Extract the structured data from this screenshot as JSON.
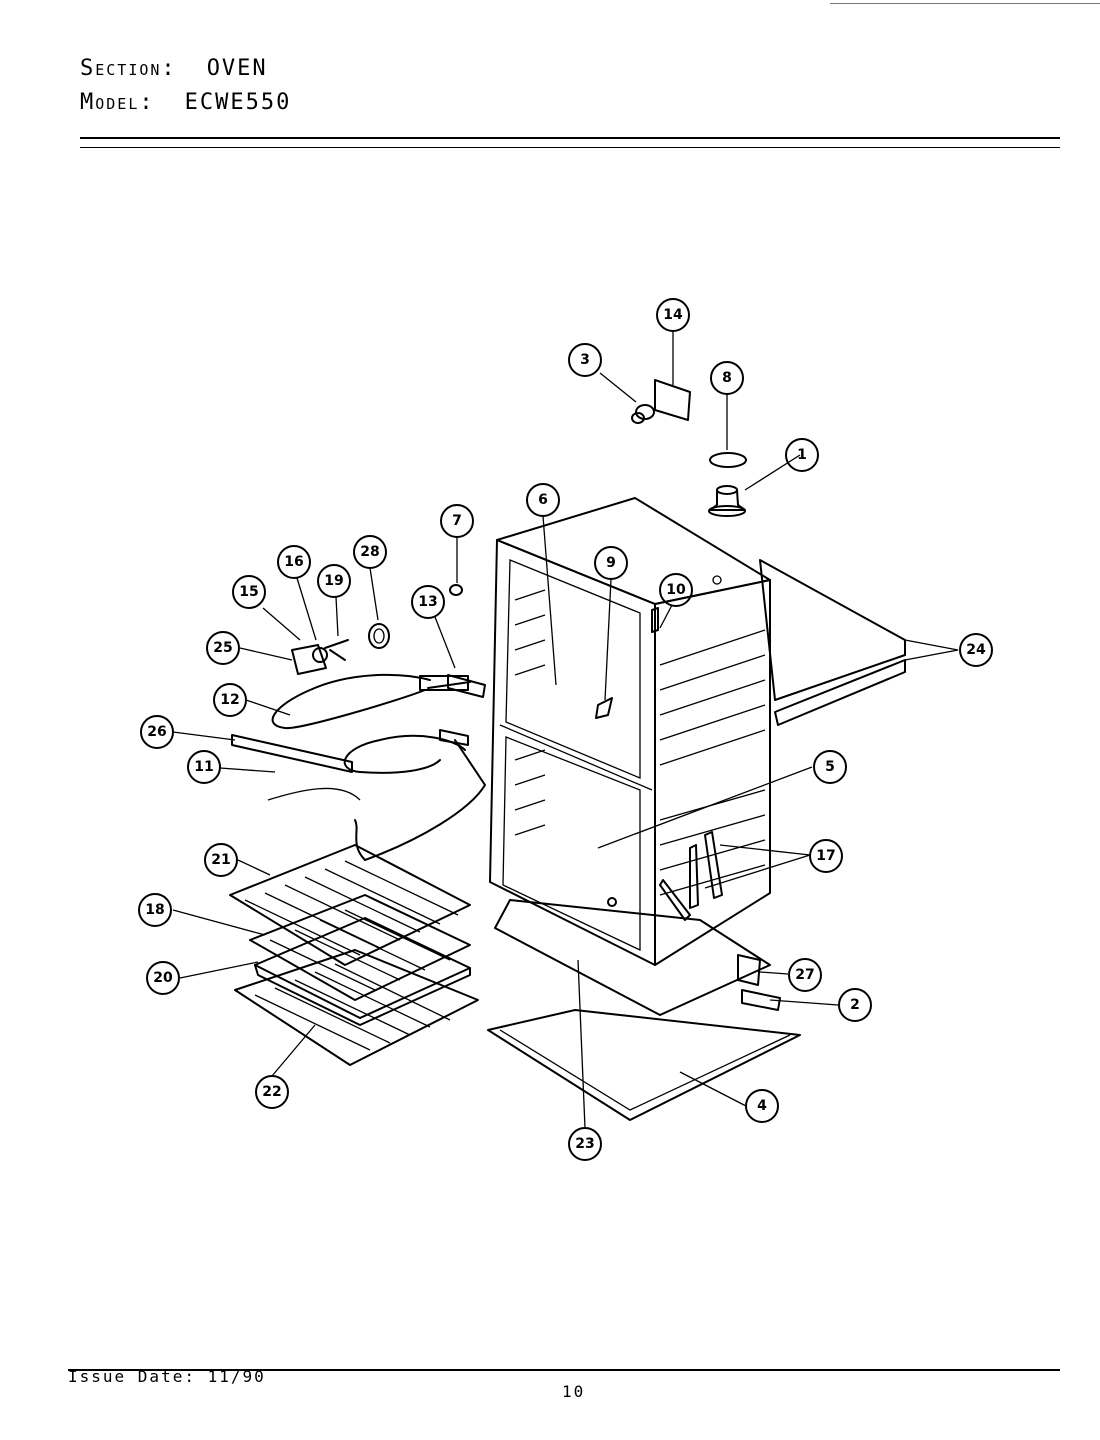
{
  "header": {
    "section_label": "Section:",
    "section_value": "OVEN",
    "model_label": "Model:",
    "model_value": "ECWE550"
  },
  "footer": {
    "issue_date": "Issue Date: 11/90",
    "page_number": "10"
  },
  "callouts": [
    "1",
    "2",
    "3",
    "4",
    "5",
    "6",
    "7",
    "8",
    "9",
    "10",
    "11",
    "12",
    "13",
    "14",
    "15",
    "16",
    "17",
    "18",
    "19",
    "20",
    "21",
    "22",
    "23",
    "24",
    "25",
    "26",
    "27",
    "28"
  ]
}
